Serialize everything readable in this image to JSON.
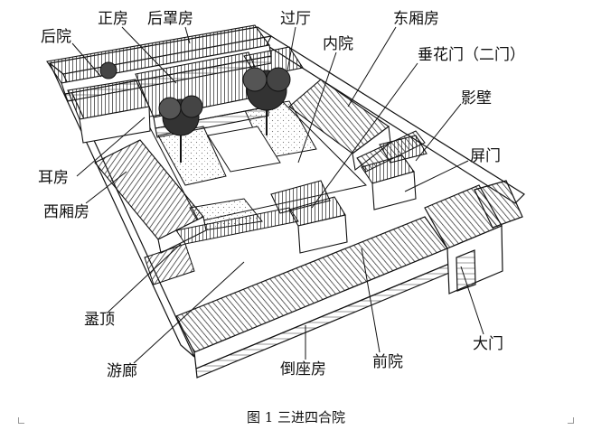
{
  "caption": "图 1  三进四合院",
  "labels": {
    "houyuan": "后院",
    "zhengfang": "正房",
    "houzhaofang": "后罩房",
    "guoting": "过厅",
    "dongxiangfang": "东厢房",
    "neiyuan": "内院",
    "chuihuamen": "垂花门（二门）",
    "yingbi": "影壁",
    "pingmen": "屏门",
    "erfang": "耳房",
    "xixiangfang": "西厢房",
    "luding": "盝顶",
    "youlang": "游廊",
    "daozuofang": "倒座房",
    "qianyuan": "前院",
    "damen": "大门"
  }
}
